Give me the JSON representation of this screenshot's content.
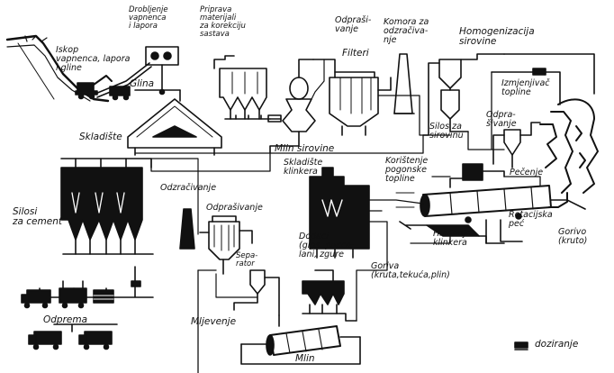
{
  "labels": {
    "iskop": "Iskop\nvapnenca, lapora\ni gline",
    "drobljenje": "Drobljenje\nvapnenca\ni lapora",
    "priprava": "Priprava\nmaterijali\nza korekciju\nsastava",
    "odprasivanje_top": "Odpraši-\nvanje",
    "komora": "Komora za\nodzračiva-\nnje",
    "homogenizacija": "Homogenizacija\nsirovine",
    "filteri": "Filteri",
    "izmjenjivac": "Izmjenjivač\ntopline",
    "glina": "Glina",
    "skladiste": "Skladište",
    "odprasivanje_right": "Odpra-\nšivanje",
    "silos_sirovinu": "Silos za\nsirovinu",
    "mlin_sirovine": "Mlin sirovine",
    "skladiste_klinkera": "Skladište\nklinkera",
    "koristenje": "Korištenje\npogonske\ntopline",
    "pecenje": "Pečenje",
    "odzracivanje": "Odzračivanje",
    "odprasivanje_mid": "Odprašivanje",
    "silosi_cement": "Silosi\nza cement",
    "rotacijska": "Rotacijska\npeć",
    "hladjenje": "Hlađenje\nklinkera",
    "gorivo_kruto": "Gorivo\n(kruto)",
    "dodaci": "Dodaci\n(gips, pucco-\nlani, zgure",
    "separator": "Sepa-\nrator",
    "goriva": "Goriva\n(kruta,tekuća,plin)",
    "odprema": "Odprema",
    "mljevenje": "Mljevenje",
    "mlin": "Mlin",
    "doziranje": "doziranje"
  }
}
